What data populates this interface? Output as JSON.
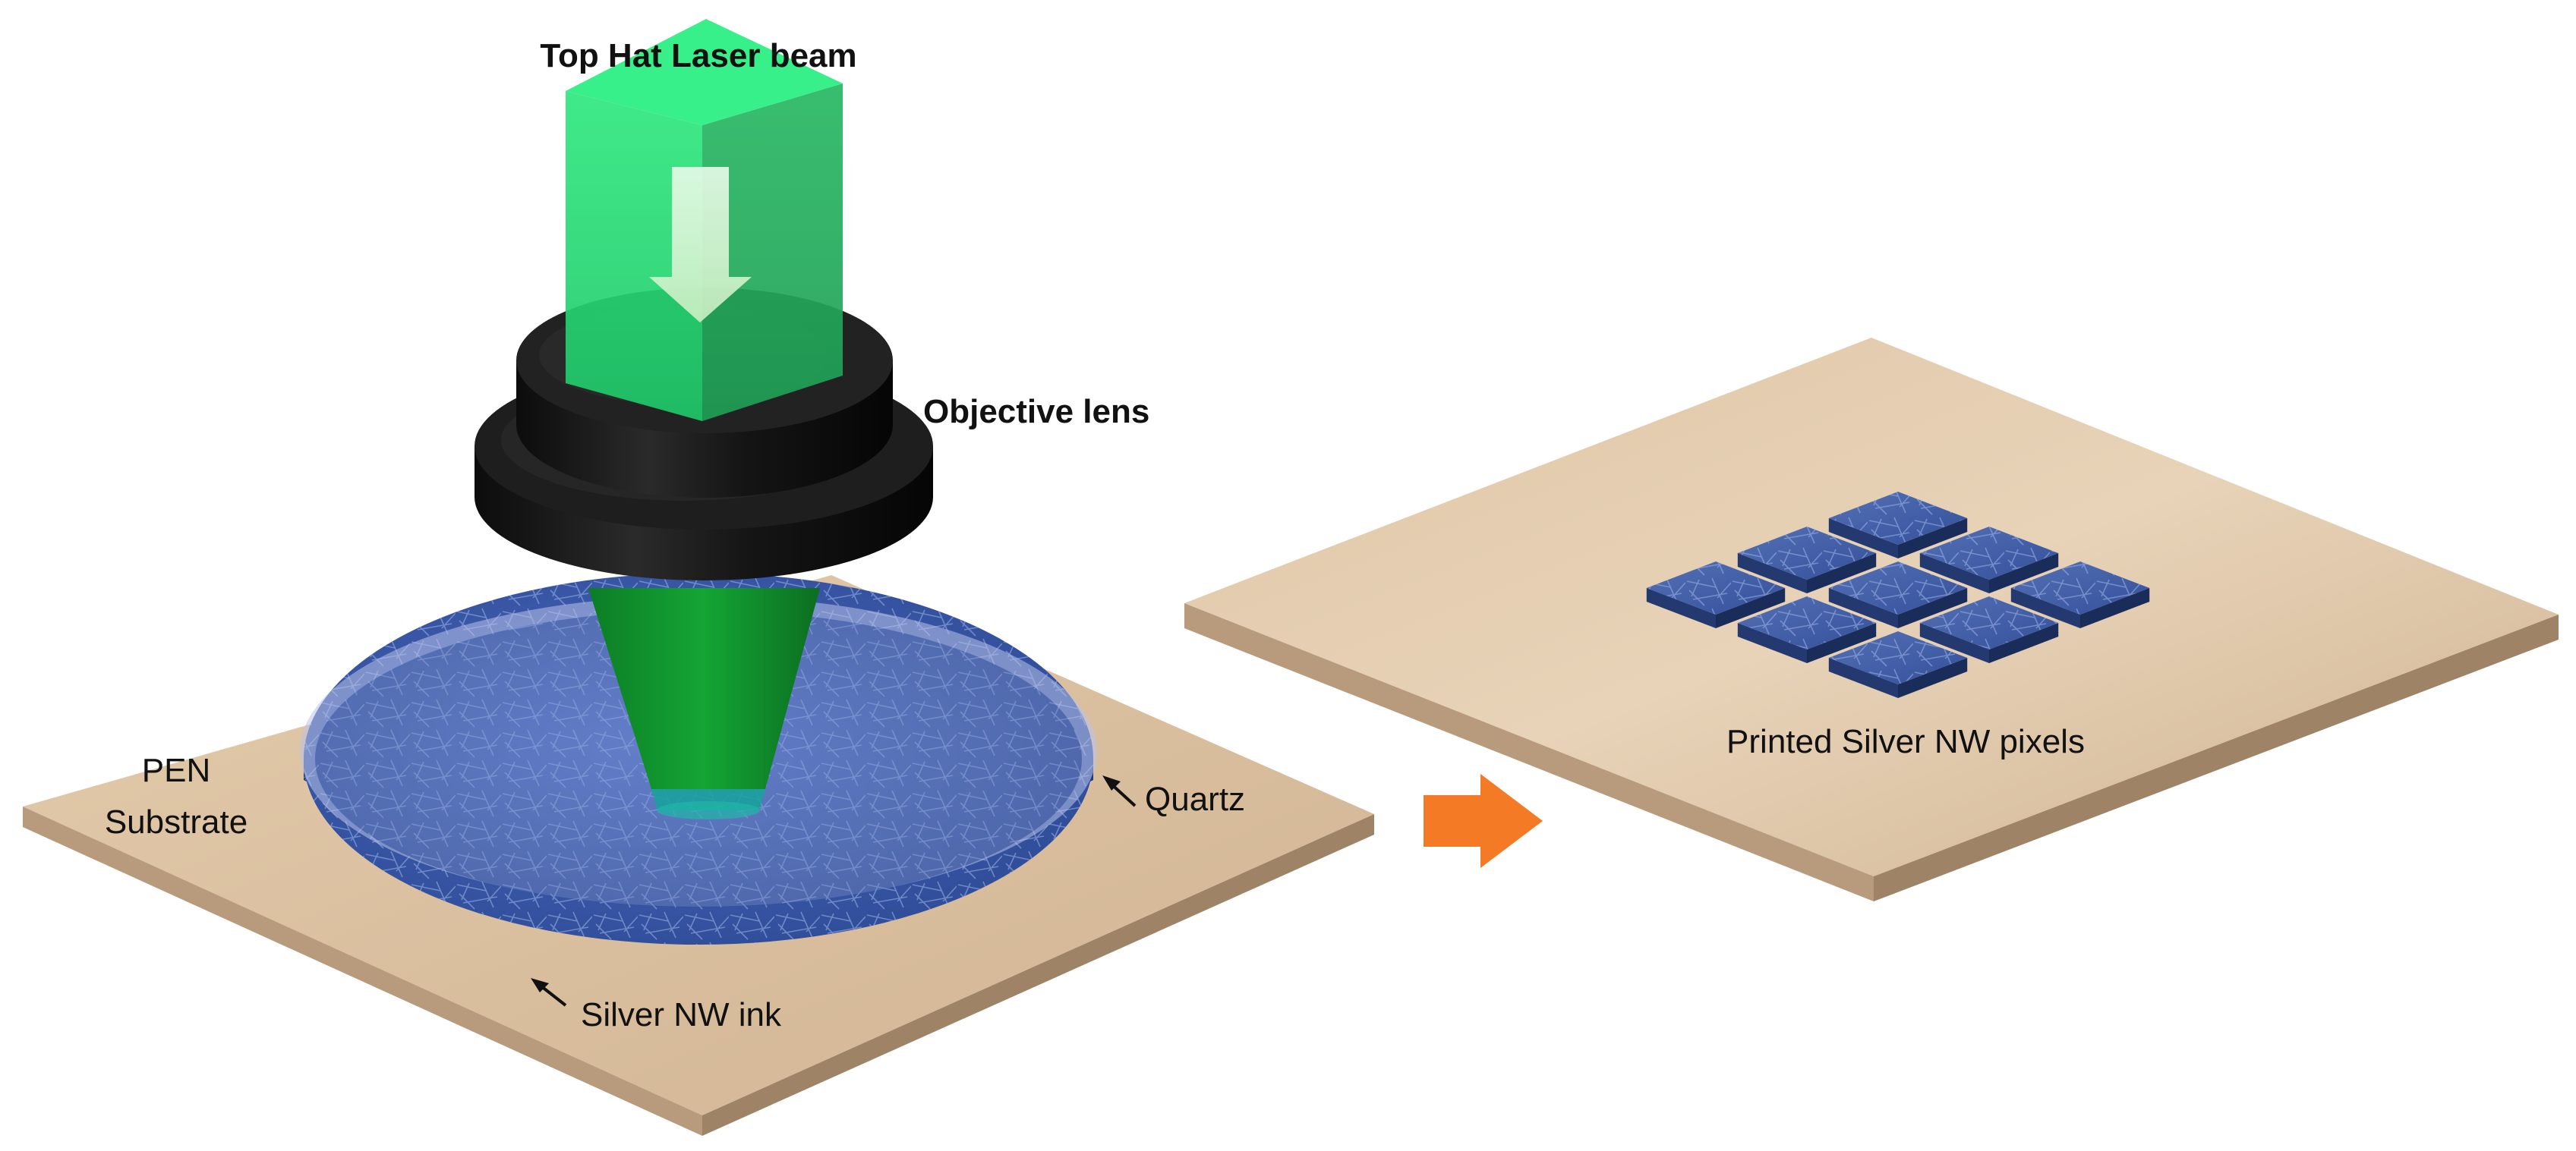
{
  "labels": {
    "laser_beam": "Top Hat Laser beam",
    "objective_lens": "Objective lens",
    "pen_line1": "PEN",
    "pen_line2": "Substrate",
    "quartz": "Quartz",
    "silver_ink": "Silver NW ink",
    "printed_pixels": "Printed Silver NW pixels"
  },
  "pixel_grid": {
    "rows": 3,
    "cols": 3
  },
  "colors": {
    "substrate_top": "#dcc2a2",
    "substrate_left_side": "#b7987a",
    "substrate_right_side": "#9f8468",
    "quartz": "#aeb8de",
    "silver_ink": "#3c5aa8",
    "laser_green": "#1fe07a",
    "laser_dark_green": "#0f8f2e",
    "lens_black": "#141414",
    "process_arrow": "#f47a26"
  }
}
